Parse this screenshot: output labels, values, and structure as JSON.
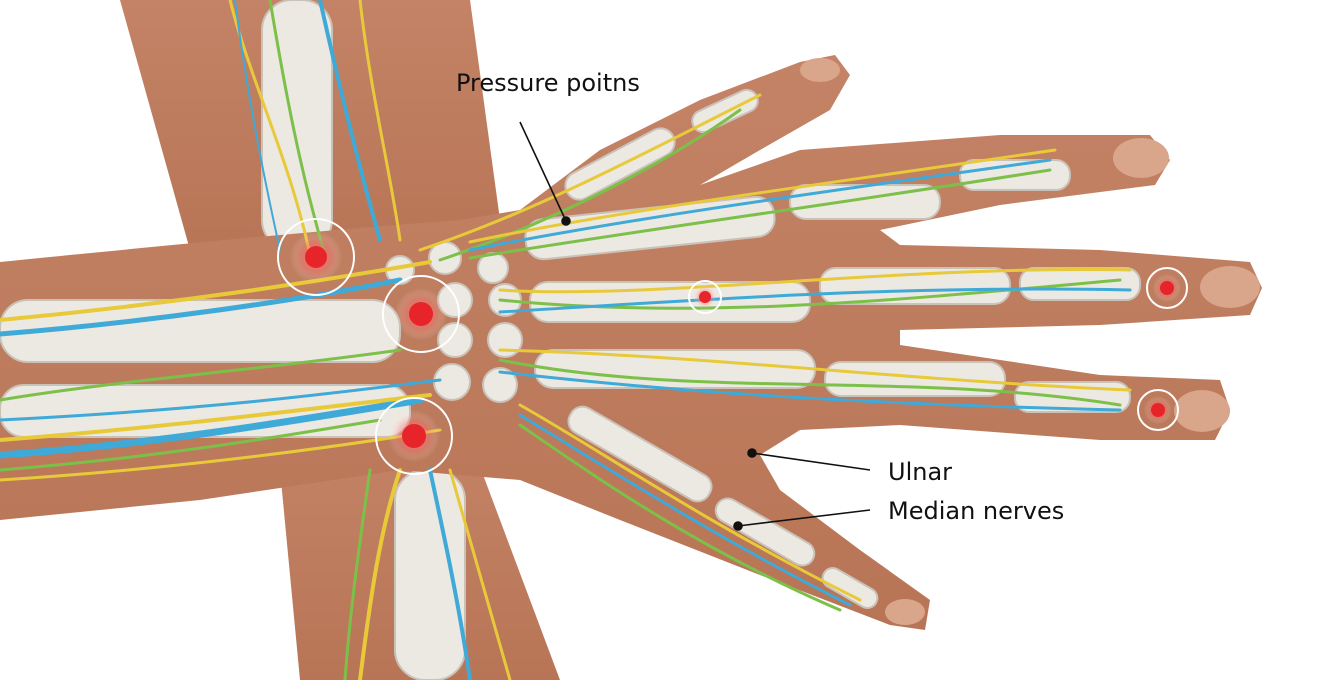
{
  "diagram": {
    "labels": {
      "pressure_points": "Pressure poitns",
      "ulnar": "Ulnar",
      "median": "Median nerves"
    },
    "colors": {
      "background": "#ffffff",
      "skin": "#c98c6b",
      "skin_dark": "#a8694d",
      "bone": "#ece8e2",
      "bone_outline": "#c9c2b8",
      "nerve_yellow": "#e8c93a",
      "nerve_green": "#7cc04a",
      "vessel_blue": "#3fa9d8",
      "pressure_point": "#e8242b",
      "leader_line": "#111111"
    }
  }
}
